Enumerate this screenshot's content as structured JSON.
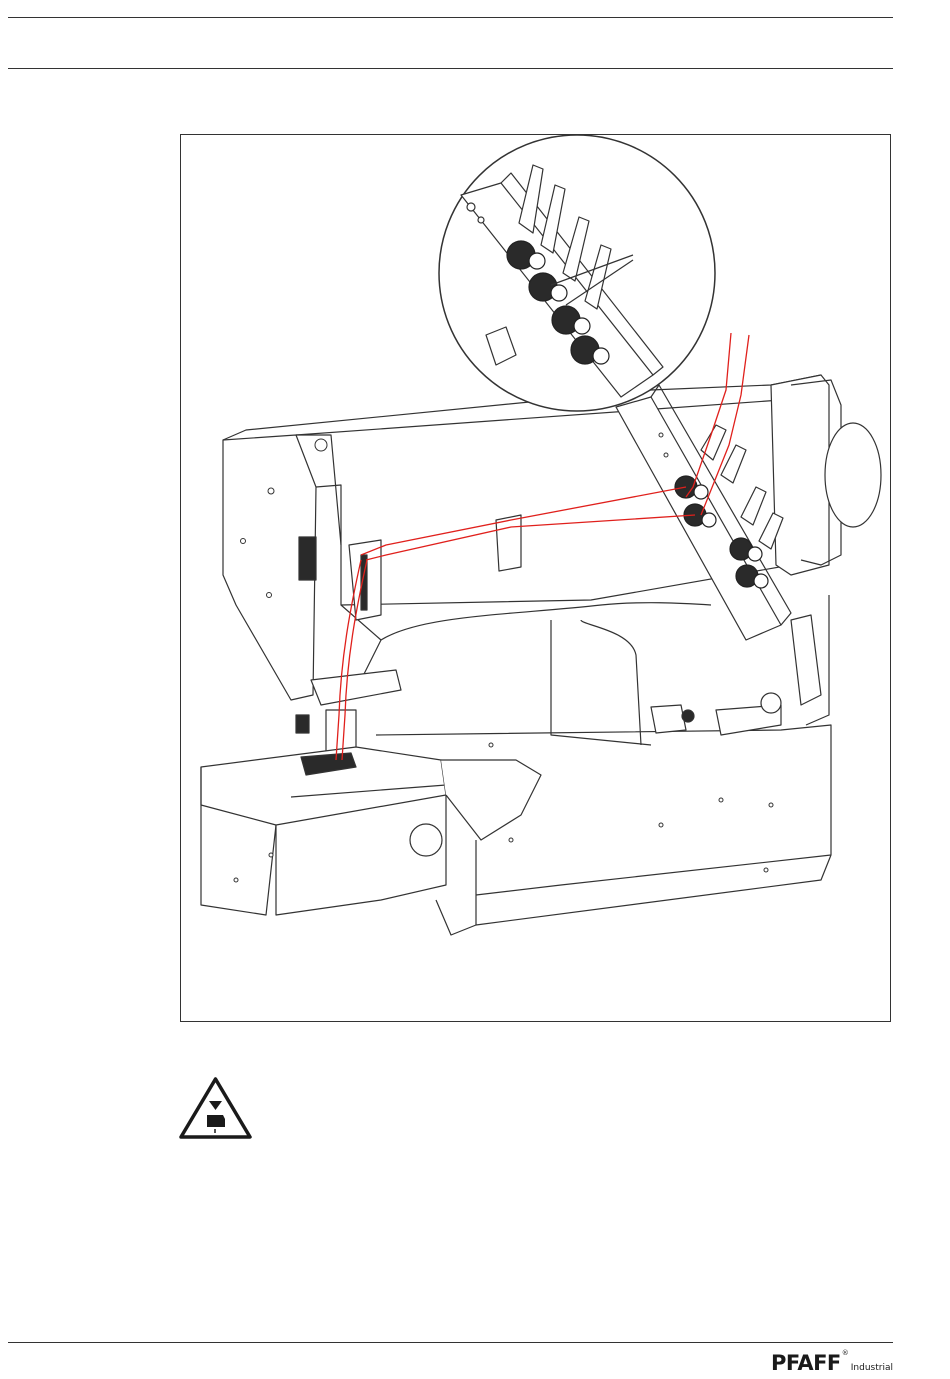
{
  "logo": {
    "brand": "PFAFF",
    "registered": "®",
    "subtitle": "Industrial"
  },
  "colors": {
    "line": "#333333",
    "thread": "#e0201c",
    "shade": "#2a2a2a"
  },
  "icons": {
    "figure": "sewing-machine-threading-illustration",
    "detail": "thread-tension-detail-circle",
    "warning": "hand-injury-warning-icon"
  }
}
